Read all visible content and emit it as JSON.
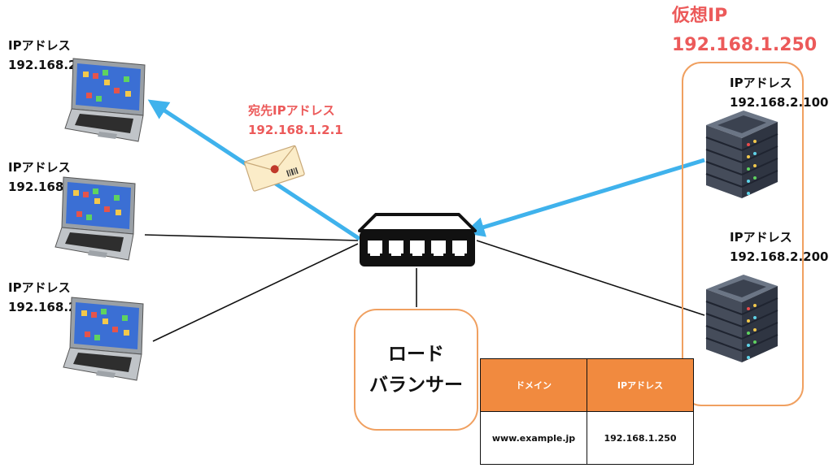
{
  "clients": [
    {
      "label": "IPアドレス",
      "ip": "192.168.2.1"
    },
    {
      "label": "IPアドレス",
      "ip": "192.168.2.2"
    },
    {
      "label": "IPアドレス",
      "ip": "192.168.2.3"
    }
  ],
  "packet": {
    "label": "宛先IPアドレス",
    "ip": "192.168.1.2.1"
  },
  "virtual_ip": {
    "label": "仮想IP",
    "ip": "192.168.1.250"
  },
  "servers": [
    {
      "label": "IPアドレス",
      "ip": "192.168.2.100"
    },
    {
      "label": "IPアドレス",
      "ip": "192.168.2.200"
    }
  ],
  "load_balancer": {
    "label": "ロード\nバランサー"
  },
  "dns_table": {
    "headers": [
      "ドメイン",
      "IPアドレス"
    ],
    "rows": [
      [
        "www.example.jp",
        "192.168.1.250"
      ]
    ]
  },
  "colors": {
    "arrow": "#3fb2ec",
    "accent_orange": "#f18a3f",
    "box_border": "#f0a060",
    "highlight_text": "#ec5a5a",
    "server_body": "#4a5568"
  },
  "icons": [
    "laptop-icon",
    "network-switch-icon",
    "server-rack-icon",
    "envelope-icon"
  ]
}
